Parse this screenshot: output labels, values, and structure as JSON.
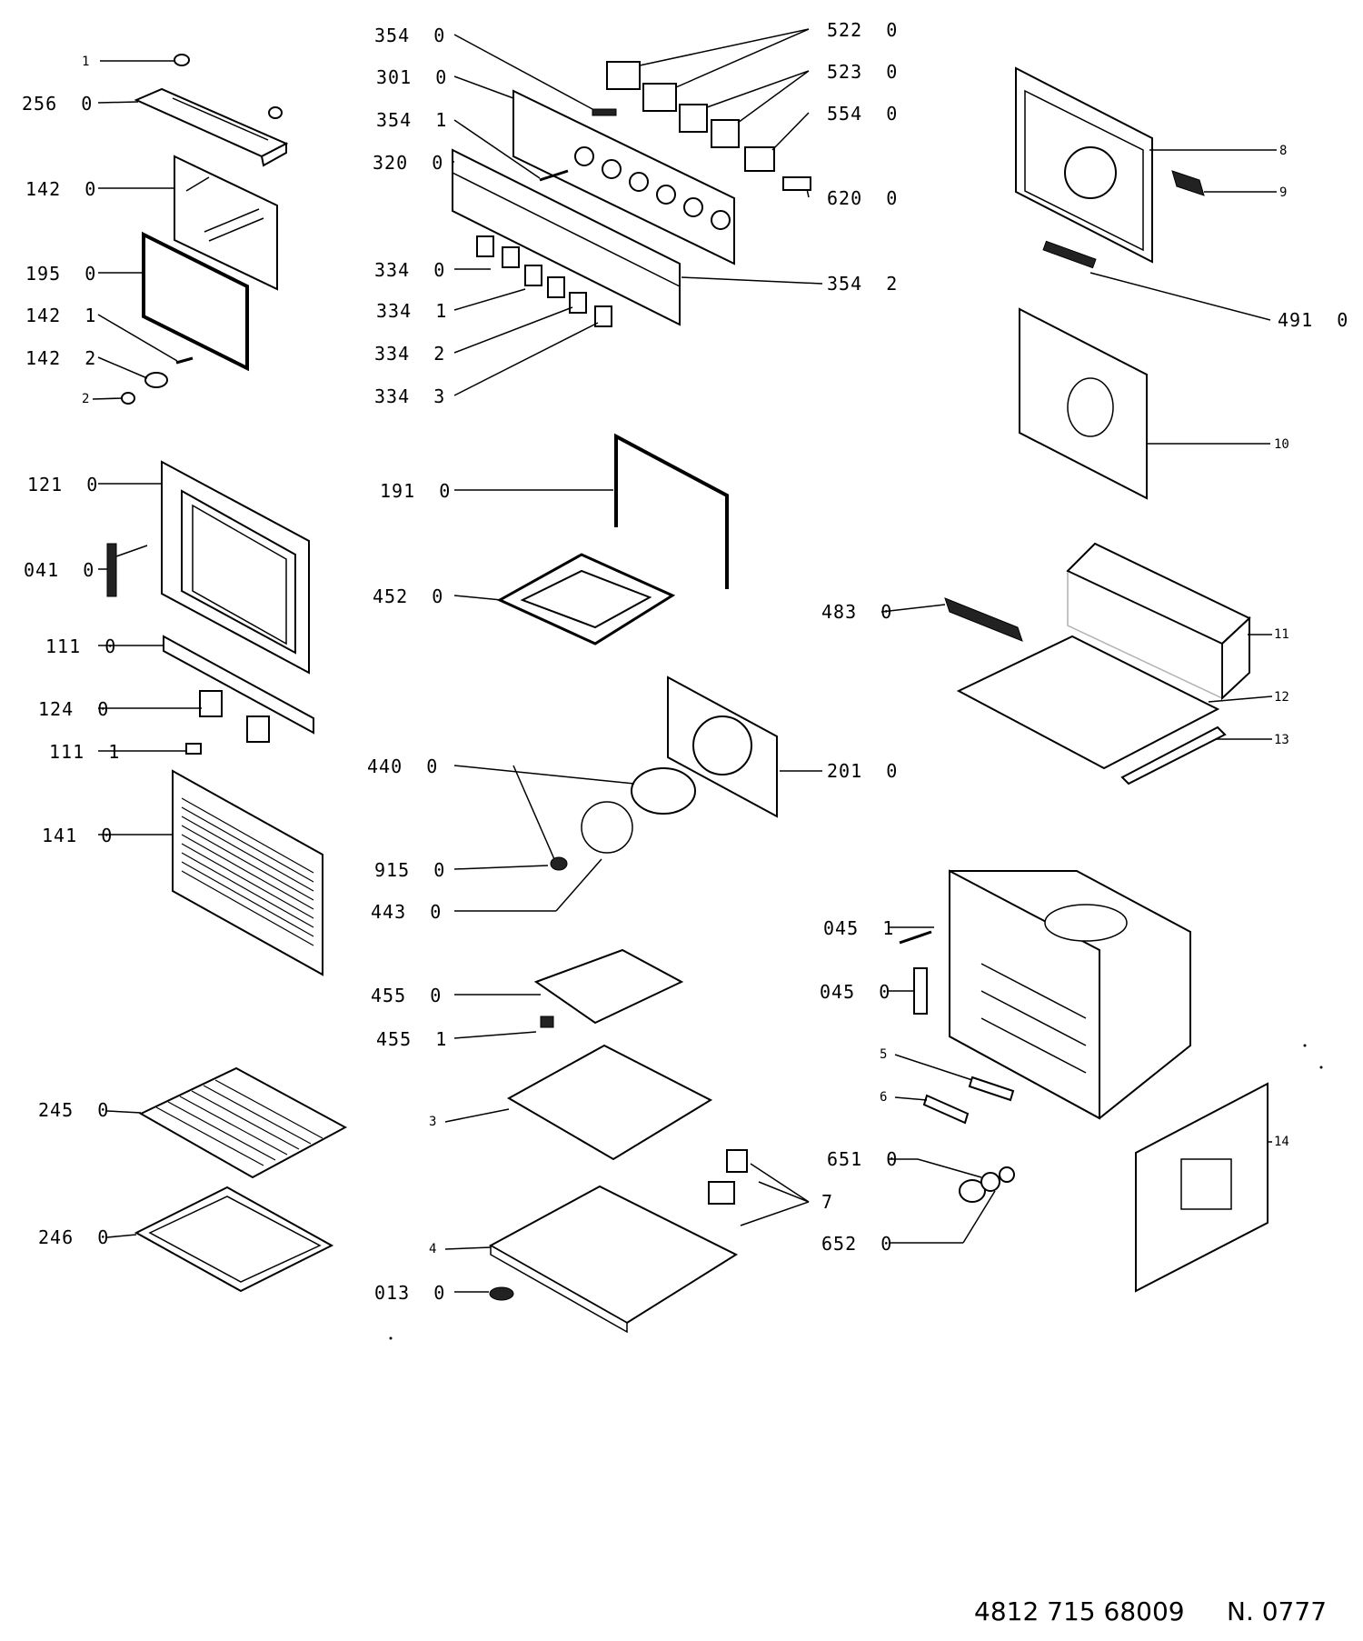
{
  "labels": {
    "l1": "1",
    "l256": "256  0",
    "l142_0": "142  0",
    "l195": "195  0",
    "l142_1": "142  1",
    "l142_2": "142  2",
    "l2": "2",
    "l121": "121  0",
    "l041": "041  0",
    "l111_0": "111  0",
    "l124": "124  0",
    "l111_1": "111  1",
    "l141": "141  0",
    "l245": "245  0",
    "l246": "246  0",
    "l354_0": "354  0",
    "l301": "301  0",
    "l354_1": "354  1",
    "l320": "320  0",
    "l334_0": "334  0",
    "l334_1": "334  1",
    "l334_2": "334  2",
    "l334_3": "334  3",
    "l191": "191  0",
    "l452": "452  0",
    "l440": "440  0",
    "l915": "915  0",
    "l443": "443  0",
    "l455_0": "455  0",
    "l455_1": "455  1",
    "l3": "3",
    "l4": "4",
    "l013": "013  0",
    "l522": "522  0",
    "l523": "523  0",
    "l554": "554  0",
    "l620": "620  0",
    "l354_2": "354  2",
    "l201": "201  0",
    "l483": "483  0",
    "l651": "651  0",
    "l652": "652  0",
    "l7": "7",
    "l045_1": "045  1",
    "l045_0": "045  0",
    "l5": "5",
    "l6": "6",
    "l8": "8",
    "l9": "9",
    "l491": "491  0",
    "l10": "10",
    "l11": "11",
    "l12": "12",
    "l13": "13",
    "l14": "14"
  },
  "footer": {
    "part_number": "4812 715 68009",
    "sheet": "N. 0777"
  }
}
